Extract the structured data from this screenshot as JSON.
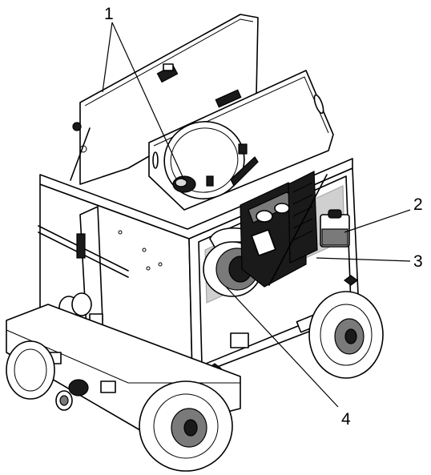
{
  "callouts": [
    {
      "id": "1",
      "label": "1"
    },
    {
      "id": "2",
      "label": "2"
    },
    {
      "id": "3",
      "label": "3"
    },
    {
      "id": "4",
      "label": "4"
    }
  ],
  "colors": {
    "line": "#000000",
    "background": "#ffffff",
    "shade_dark": "#1a1a1a",
    "shade_mid": "#7a7a7a"
  }
}
